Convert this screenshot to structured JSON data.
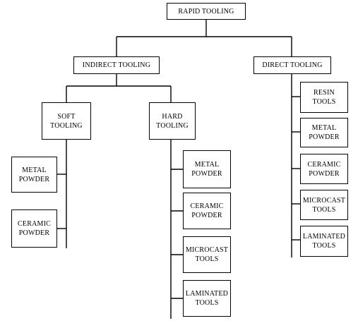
{
  "root": {
    "label": "RAPID TOOLING"
  },
  "indirect": {
    "label": "INDIRECT TOOLING",
    "soft": {
      "label": "SOFT\nTOOLING",
      "items": [
        "METAL\nPOWDER",
        "CERAMIC\nPOWDER"
      ]
    },
    "hard": {
      "label": "HARD\nTOOLING",
      "items": [
        "METAL\nPOWDER",
        "CERAMIC\nPOWDER",
        "MICROCAST\nTOOLS",
        "LAMINATED\nTOOLS"
      ]
    }
  },
  "direct": {
    "label": "DIRECT TOOLING",
    "items": [
      "RESIN\nTOOLS",
      "METAL\nPOWDER",
      "CERAMIC\nPOWDER",
      "MICROCAST\nTOOLS",
      "LAMINATED\nTOOLS"
    ]
  }
}
